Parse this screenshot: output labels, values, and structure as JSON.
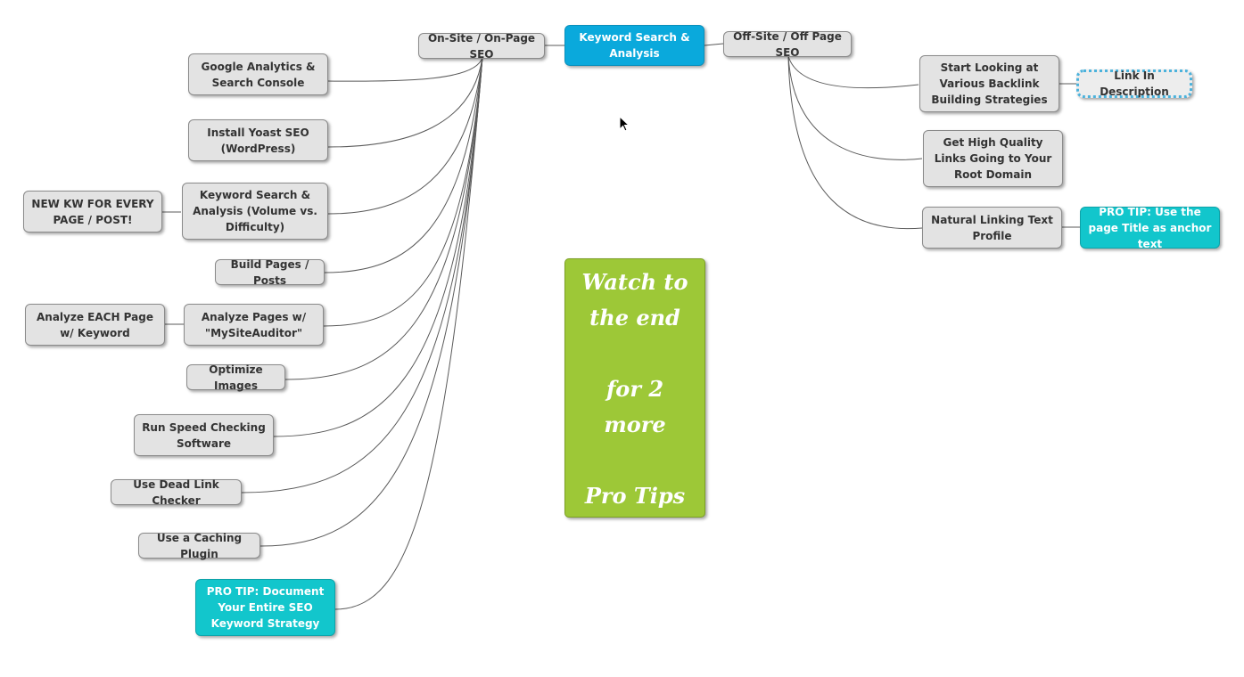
{
  "root": {
    "label": "Keyword Search & Analysis"
  },
  "on_site": {
    "label": "On-Site / On-Page SEO",
    "children": [
      {
        "label": "Google Analytics & Search Console"
      },
      {
        "label": "Install Yoast SEO (WordPress)"
      },
      {
        "label": "Keyword Search & Analysis (Volume vs. Difficulty)",
        "child": "NEW KW FOR EVERY PAGE / POST!"
      },
      {
        "label": "Build Pages / Posts"
      },
      {
        "label": "Analyze Pages w/ \"MySiteAuditor\"",
        "child": "Analyze EACH Page w/ Keyword"
      },
      {
        "label": "Optimize Images"
      },
      {
        "label": "Run Speed Checking Software"
      },
      {
        "label": "Use Dead Link Checker"
      },
      {
        "label": "Use a Caching Plugin"
      },
      {
        "label": "PRO TIP:  Document Your Entire SEO Keyword Strategy"
      }
    ]
  },
  "off_site": {
    "label": "Off-Site / Off Page SEO",
    "children": [
      {
        "label": "Start Looking at Various Backlink Building Strategies",
        "child": "Link In Description"
      },
      {
        "label": "Get High Quality Links Going to Your Root Domain"
      },
      {
        "label": "Natural Linking Text Profile",
        "child": "PRO TIP:  Use the page Title as anchor text"
      }
    ]
  },
  "banner": {
    "lines": [
      "Watch to",
      "the end",
      "",
      "for 2",
      "more",
      "",
      "Pro Tips"
    ]
  },
  "colors": {
    "root": "#0aa9dc",
    "tip": "#12c6cc",
    "banner": "#9dc837",
    "node": "#e3e3e3",
    "link_border": "#4bb2dc"
  }
}
